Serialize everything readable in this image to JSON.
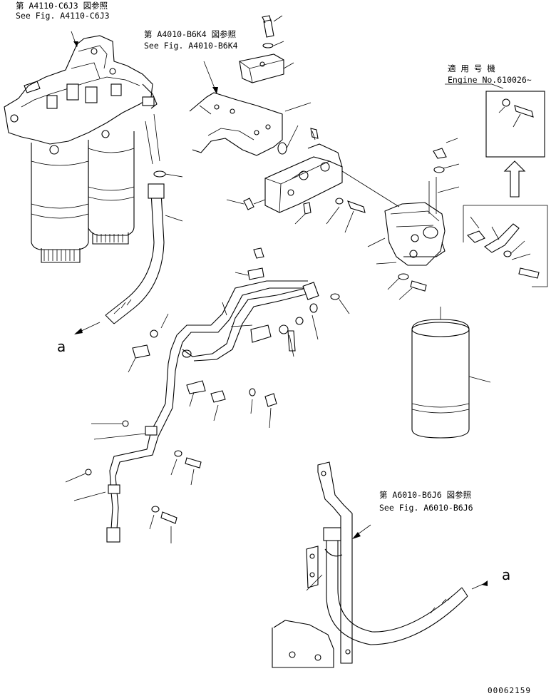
{
  "references": {
    "a4110": {
      "jp": "第 A4110-C6J3 図参照",
      "en": "See Fig. A4110-C6J3"
    },
    "a4010": {
      "jp": "第 A4010-B6K4 図参照",
      "en": "See Fig. A4010-B6K4"
    },
    "a6010": {
      "jp": "第 A6010-B6J6 図参照",
      "en": "See Fig. A6010-B6J6"
    }
  },
  "applicability": {
    "jp": "適 用 号 機",
    "en": "Engine No.610026~"
  },
  "connection_marks": {
    "left": "a",
    "right": "a"
  },
  "drawing_number": "00062159"
}
